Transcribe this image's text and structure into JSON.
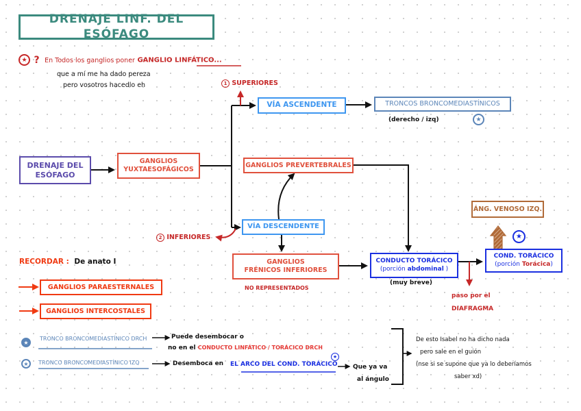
{
  "title": "DRENAJE LINF. DEL ESÓFAGO",
  "top_note": {
    "marker": "★",
    "question_mark": "?",
    "line1_prefix": "En Todos los ganglios poner",
    "line1_highlight": "GANGLIO",
    "line1_underlined": "LINFÁTICO",
    "line1_suffix": "...",
    "line2": "que a mí me ha dado pereza",
    "line3": "pero vosotros hacedlo eh"
  },
  "diagram": {
    "source": {
      "line1": "DRENAJE DEL",
      "line2": "ESÓFAGO"
    },
    "yuxta": {
      "line1": "GANGLIOS",
      "line2": "YUXTAESOFÁGICOS"
    },
    "superiores_label": "SUPERIORES",
    "superiores_num": "1",
    "via_ascendente": "VÍA ASCENDENTE",
    "troncos": "TRONCOS BRONCOMEDIASTÍNICOS",
    "troncos_note": "(derecho / izq)",
    "troncos_marker": "★",
    "prevertebrales": "GANGLIOS PREVERTEBRALES",
    "inferiores_label": "INFERIORES",
    "inferiores_num": "2",
    "via_descendente": "VÍA DESCENDENTE",
    "frenicos": {
      "line1": "GANGLIOS",
      "line2": "FRÉNICOS INFERIORES"
    },
    "frenicos_note": "NO REPRESENTADOS",
    "conducto_abd": {
      "line1": "CONDUCTO TORÁCICO",
      "line2_prefix": "(porción",
      "line2_highlight": "abdominal",
      "line2_suffix": ")"
    },
    "conducto_abd_note": "(muy breve)",
    "diafragma_note_line1": "paso por el",
    "diafragma_note_line2": "DIAFRAGMA",
    "cond_toracico": {
      "line1": "COND. TORÁCICO",
      "line2_prefix": "(porción",
      "line2_highlight": "Torácica",
      "line2_suffix": ")"
    },
    "cond_toracico_marker": "★",
    "angulo_venoso": "ÁNG. VENOSO IZQ."
  },
  "recordar": {
    "label": "RECORDAR",
    "colon": ":",
    "text": "De anato I",
    "items": [
      "GANGLIOS PARAESTERNALES",
      "GANGLIOS INTERCOSTALES"
    ]
  },
  "bottom_notes": {
    "row1": {
      "marker": "★",
      "tronco": "TRONCO BRONCOMEDIASTÍNICO DRCH",
      "text1": "Puede desembocar o",
      "text2_prefix": "no en el",
      "text2_highlight": "CONDUCTO LINFÁTICO / TORÁCICO DRCH"
    },
    "row2": {
      "marker": "★",
      "tronco": "TRONCO BRONCOMEDIASTÍNICO IZQ",
      "text_prefix": "Desemboca en",
      "text_highlight": "EL ARCO DEL COND. TORÁCICO",
      "highlight_marker": "★",
      "after1": "Que ya va",
      "after2": "al ángulo"
    },
    "side_note": [
      "De esto Isabel no ha dicho nada",
      "pero sale en el guión",
      "(nse si se supone que ya lo deberíamos",
      "saber xd)"
    ]
  },
  "colors": {
    "teal": "#3b8a7e",
    "red": "#c62828",
    "salmon": "#e0503c",
    "purple": "#5b4bab",
    "light_blue": "#3d96f0",
    "steel_blue": "#5b85b8",
    "blue": "#1a2fe0",
    "brown": "#b06a38",
    "orange_red": "#f03a12"
  }
}
